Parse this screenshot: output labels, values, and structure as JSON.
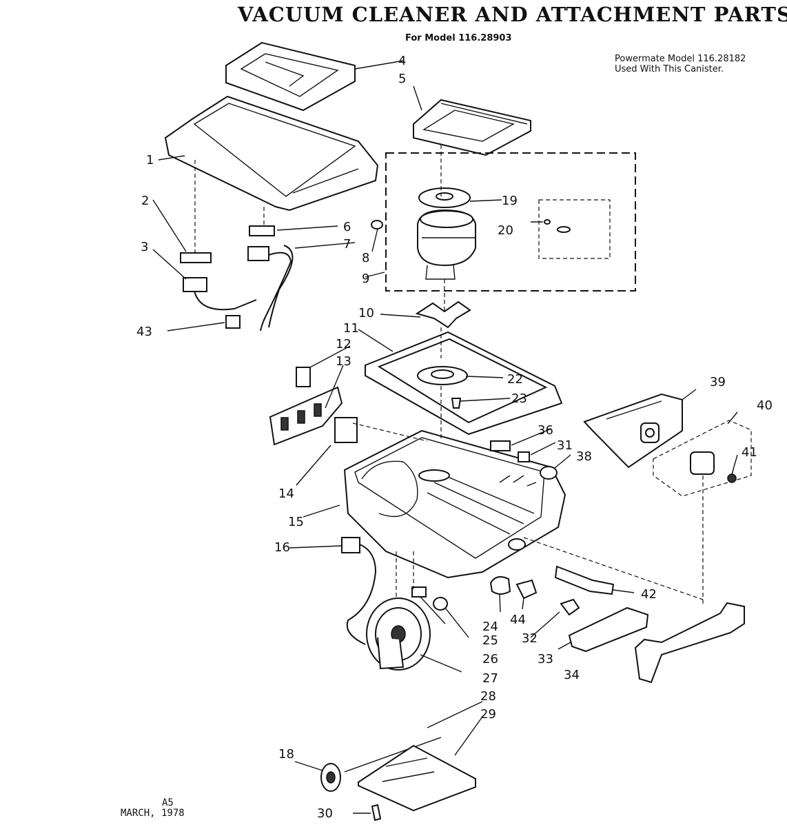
{
  "title": "VACUUM CLEANER AND ATTACHMENT PARTS",
  "subtitle": "For Model 116.28903",
  "note": {
    "line1": "Powermate Model 116.28182",
    "line2": "Used With This Canister."
  },
  "footer": {
    "revision": "A5",
    "date": "MARCH, 1978"
  },
  "callouts": [
    "1",
    "2",
    "3",
    "4",
    "5",
    "6",
    "7",
    "8",
    "9",
    "10",
    "11",
    "12",
    "13",
    "14",
    "15",
    "16",
    "18",
    "19",
    "20",
    "22",
    "23",
    "24",
    "25",
    "26",
    "27",
    "28",
    "29",
    "30",
    "31",
    "32",
    "33",
    "34",
    "36",
    "38",
    "39",
    "40",
    "41",
    "42",
    "43",
    "44"
  ]
}
